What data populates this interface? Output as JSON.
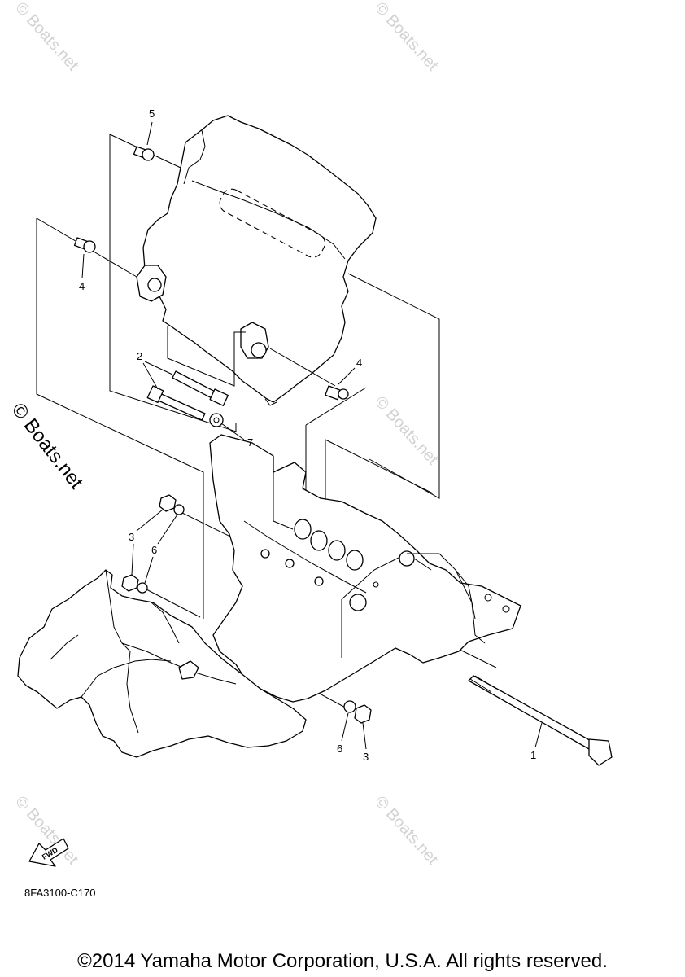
{
  "watermark": {
    "small": "© Boats.net",
    "large": "© Boats.net"
  },
  "callouts": [
    {
      "id": "c5",
      "label": "5"
    },
    {
      "id": "c4a",
      "label": "4"
    },
    {
      "id": "c2",
      "label": "2"
    },
    {
      "id": "c4b",
      "label": "4"
    },
    {
      "id": "c7",
      "label": "7"
    },
    {
      "id": "c3a",
      "label": "3"
    },
    {
      "id": "c6a",
      "label": "6"
    },
    {
      "id": "c6b",
      "label": "6"
    },
    {
      "id": "c3b",
      "label": "3"
    },
    {
      "id": "c1",
      "label": "1"
    }
  ],
  "fwd_label": "FWD",
  "diagram_code": "8FA3100-C170",
  "copyright": "©2014 Yamaha Motor Corporation, U.S.A. All rights reserved."
}
